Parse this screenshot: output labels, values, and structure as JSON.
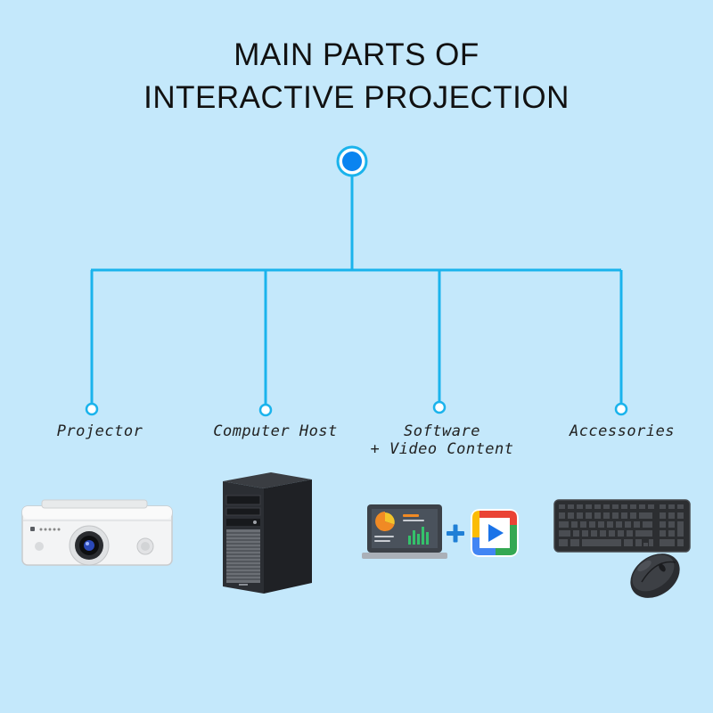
{
  "title": {
    "line1": "MAIN PARTS OF",
    "line2": "INTERACTIVE PROJECTION"
  },
  "colors": {
    "background": "#c4e8fb",
    "connector": "#1ab3ec",
    "root_dot": "#0a84f0"
  },
  "branches": [
    {
      "label_lines": [
        "Projector"
      ],
      "icon": "projector-icon"
    },
    {
      "label_lines": [
        "Computer Host"
      ],
      "icon": "computer-tower-icon"
    },
    {
      "label_lines": [
        "Software",
        "+ Video Content"
      ],
      "icon": "software-video-icon"
    },
    {
      "label_lines": [
        "Accessories"
      ],
      "icon": "keyboard-mouse-icon"
    }
  ]
}
